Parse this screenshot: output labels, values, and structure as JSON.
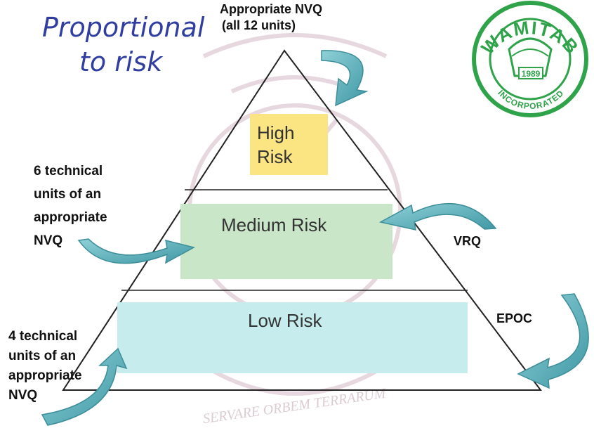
{
  "title": {
    "line1": "Proportional",
    "line2": "to risk"
  },
  "seal": {
    "top_text": "WAMITAB",
    "year": "1989",
    "bottom_text": "INCORPORATED"
  },
  "watermark": {
    "motto": "SERVARE ORBEM TERRARUM"
  },
  "pyramid": {
    "tiers": [
      {
        "line1": "High",
        "line2": "Risk",
        "color": "#fbe583"
      },
      {
        "label": "Medium Risk",
        "color": "#c9e6c8"
      },
      {
        "label": "Low Risk",
        "color": "#c6ecee"
      }
    ]
  },
  "annotations": {
    "top": {
      "line1": "Appropriate NVQ",
      "line2": "(all 12 units)"
    },
    "left_middle": {
      "line1": "6 technical",
      "line2": "units of an",
      "line3": "appropriate",
      "line4": "NVQ"
    },
    "right_middle": "VRQ",
    "right_bottom": "EPOC",
    "left_bottom": {
      "line1": "4 technical",
      "line2": "units of an",
      "line3": "appropriate",
      "line4": "NVQ"
    }
  },
  "colors": {
    "title_blue": "#2f3ea0",
    "arrow_teal": "#5fb3bf",
    "arrow_stroke": "#3d8e99",
    "seal_green": "#2fa34a",
    "watermark": "#e6d8de"
  }
}
